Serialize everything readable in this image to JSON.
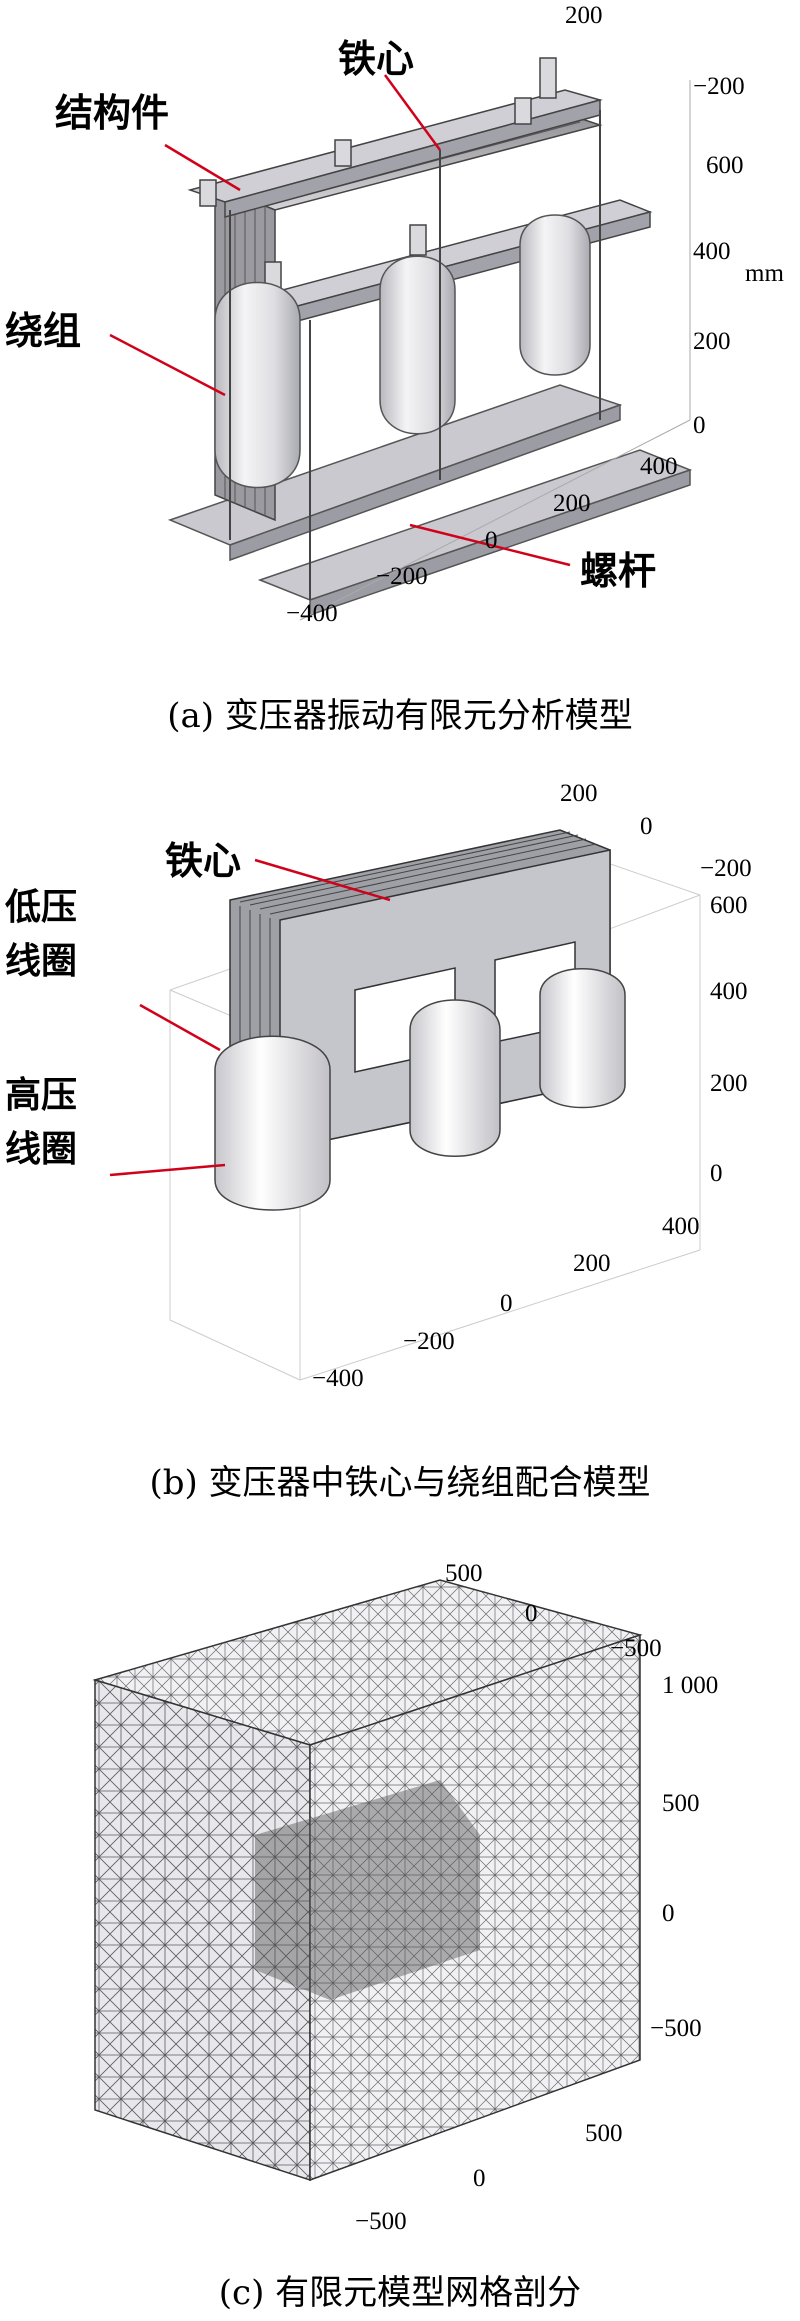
{
  "panel_a": {
    "labels": {
      "core": "铁心",
      "structure": "结构件",
      "winding": "绕组",
      "bolt": "螺杆"
    },
    "unit": "mm",
    "ticks_top": [
      "200",
      "−200",
      "600",
      "400",
      "200",
      "0"
    ],
    "ticks_bottom": [
      "400",
      "200",
      "0",
      "−200",
      "−400"
    ],
    "caption": "(a) 变压器振动有限元分析模型"
  },
  "panel_b": {
    "labels": {
      "core": "铁心",
      "lv_coil": "低压\n线圈",
      "hv_coil": "高压\n线圈"
    },
    "ticks_top": [
      "200",
      "0",
      "−200",
      "600",
      "400",
      "200",
      "0"
    ],
    "ticks_bottom": [
      "400",
      "200",
      "0",
      "−200",
      "−400"
    ],
    "caption": "(b) 变压器中铁心与绕组配合模型"
  },
  "panel_c": {
    "ticks_top": [
      "500",
      "0",
      "−500",
      "1 000",
      "500",
      "0",
      "−500"
    ],
    "ticks_bottom": [
      "500",
      "0",
      "−500"
    ],
    "caption": "(c) 有限元模型网格剖分"
  }
}
